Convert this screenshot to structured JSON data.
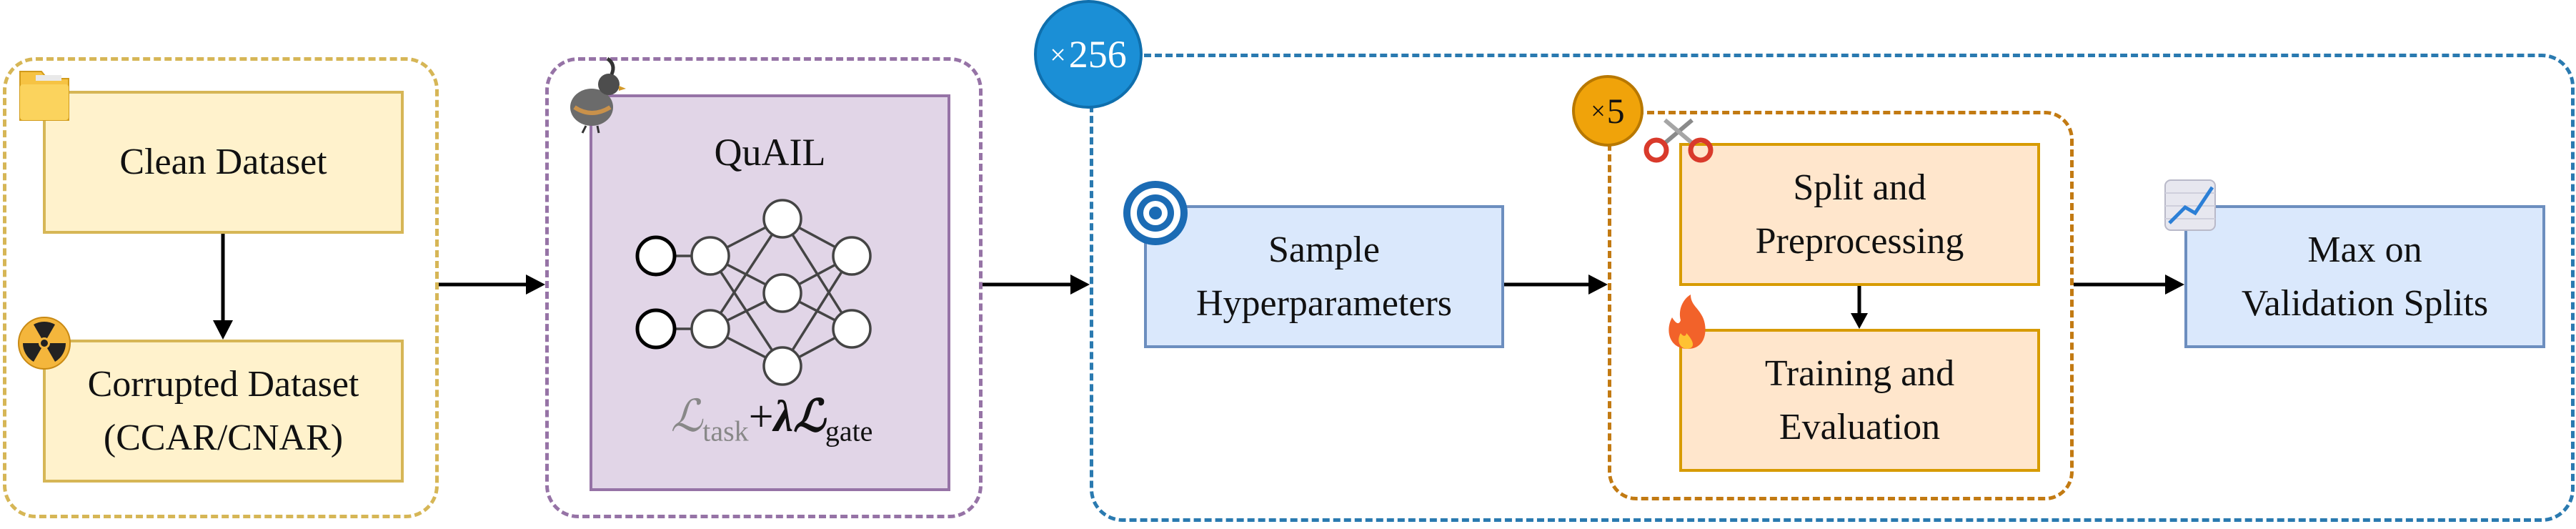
{
  "colors": {
    "yellow_fill": "#fff2cc",
    "yellow_border": "#d6b656",
    "purple_fill": "#e1d5e7",
    "purple_border": "#9673a6",
    "blue_fill": "#dae8fc",
    "blue_border": "#6c8ebf",
    "orange_fill": "#ffe6cc",
    "orange_border": "#d79b00",
    "outer_blue_dash": "#2a7ab0",
    "orange_badge": "#f0a30a",
    "blue_badge": "#1b8fd6"
  },
  "data_group": {
    "clean_label": "Clean Dataset",
    "corrupted_label": "Corrupted Dataset\n(CCAR/CNAR)",
    "icons": [
      "folder-icon",
      "radioactive-icon"
    ]
  },
  "model": {
    "title": "QuAIL",
    "loss_task_symbol": "ℒ",
    "loss_task_sub": "task",
    "loss_plus": "+",
    "loss_lambda": "λ",
    "loss_gate_symbol": "ℒ",
    "loss_gate_sub": "gate",
    "icons": [
      "quail-bird-icon",
      "neural-network-icon"
    ]
  },
  "search": {
    "repeat_symbol": "×",
    "repeat_count": "256",
    "sample_label": "Sample\nHyperparameters",
    "cv": {
      "repeat_symbol": "×",
      "repeat_count": "5",
      "split_label": "Split and\nPreprocessing",
      "train_label": "Training and\nEvaluation"
    },
    "max_label": "Max on\nValidation Splits",
    "icons": [
      "target-icon",
      "scissors-icon",
      "fire-icon",
      "chart-icon"
    ]
  }
}
